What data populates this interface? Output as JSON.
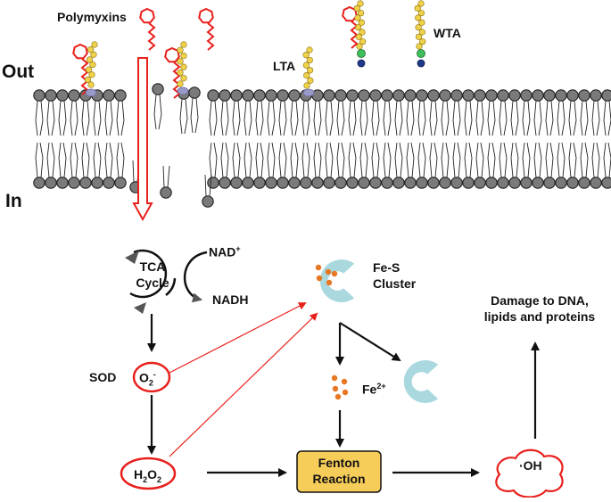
{
  "labels": {
    "out": "Out",
    "in": "In",
    "polymyxins": "Polymyxins",
    "lta": "LTA",
    "wta": "WTA",
    "nad": "NAD",
    "nad_sup": "+",
    "nadh": "NADH",
    "tca_line1": "TCA",
    "tca_line2": "Cycle",
    "sod": "SOD",
    "o2": "O",
    "o2_sub": "2",
    "o2_sup": "-",
    "h2o2_a": "H",
    "h2o2_sub1": "2",
    "h2o2_b": "O",
    "h2o2_sub2": "2",
    "fes_line1": "Fe-S",
    "fes_line2": "Cluster",
    "fe2": "Fe",
    "fe2_sup": "2+",
    "fenton_line1": "Fenton",
    "fenton_line2": "Reaction",
    "oh": "·OH",
    "damage_line1": "Damage to DNA,",
    "damage_line2": "lipids and proteins"
  },
  "colors": {
    "red": "#e8201c",
    "lipid_head": "#7a7a7a",
    "lipid_outline": "#222222",
    "teichoic_bead": "#f0d24a",
    "teichoic_anchor": "#9a9ac8",
    "wta_green": "#3fbf5a",
    "wta_blue": "#1f3a8c",
    "fes_protein": "#a9d8df",
    "iron": "#e87722",
    "fenton_box": "#f7cd5a"
  }
}
